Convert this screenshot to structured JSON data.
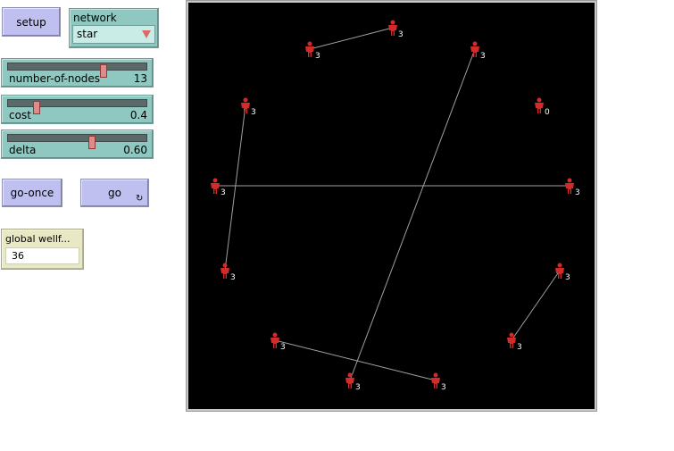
{
  "buttons": {
    "setup": "setup",
    "go_once": "go-once",
    "go": "go"
  },
  "network_chooser": {
    "label": "network",
    "selected": "star"
  },
  "sliders": [
    {
      "name": "number-of-nodes",
      "value": "13",
      "fraction": 0.68
    },
    {
      "name": "cost",
      "value": "0.4",
      "fraction": 0.19
    },
    {
      "name": "delta",
      "value": "0.60",
      "fraction": 0.61
    }
  ],
  "monitor": {
    "label": "global wellf...",
    "value": "36"
  },
  "world": {
    "background": "#000000",
    "agent_color": "#d32a2a",
    "link_color": "#a0a0a0",
    "agents": [
      {
        "id": 0,
        "label": "3"
      },
      {
        "id": 1,
        "label": "3"
      },
      {
        "id": 2,
        "label": "3"
      },
      {
        "id": 3,
        "label": "3"
      },
      {
        "id": 4,
        "label": "0"
      },
      {
        "id": 5,
        "label": "3"
      },
      {
        "id": 6,
        "label": "3"
      },
      {
        "id": 7,
        "label": "3"
      },
      {
        "id": 8,
        "label": "3"
      },
      {
        "id": 9,
        "label": "3"
      },
      {
        "id": 10,
        "label": "3"
      },
      {
        "id": 11,
        "label": "3"
      },
      {
        "id": 12,
        "label": "3"
      }
    ],
    "links": [
      [
        0,
        1
      ],
      [
        2,
        10
      ],
      [
        3,
        7
      ],
      [
        5,
        6
      ],
      [
        9,
        11
      ],
      [
        8,
        12
      ]
    ]
  }
}
